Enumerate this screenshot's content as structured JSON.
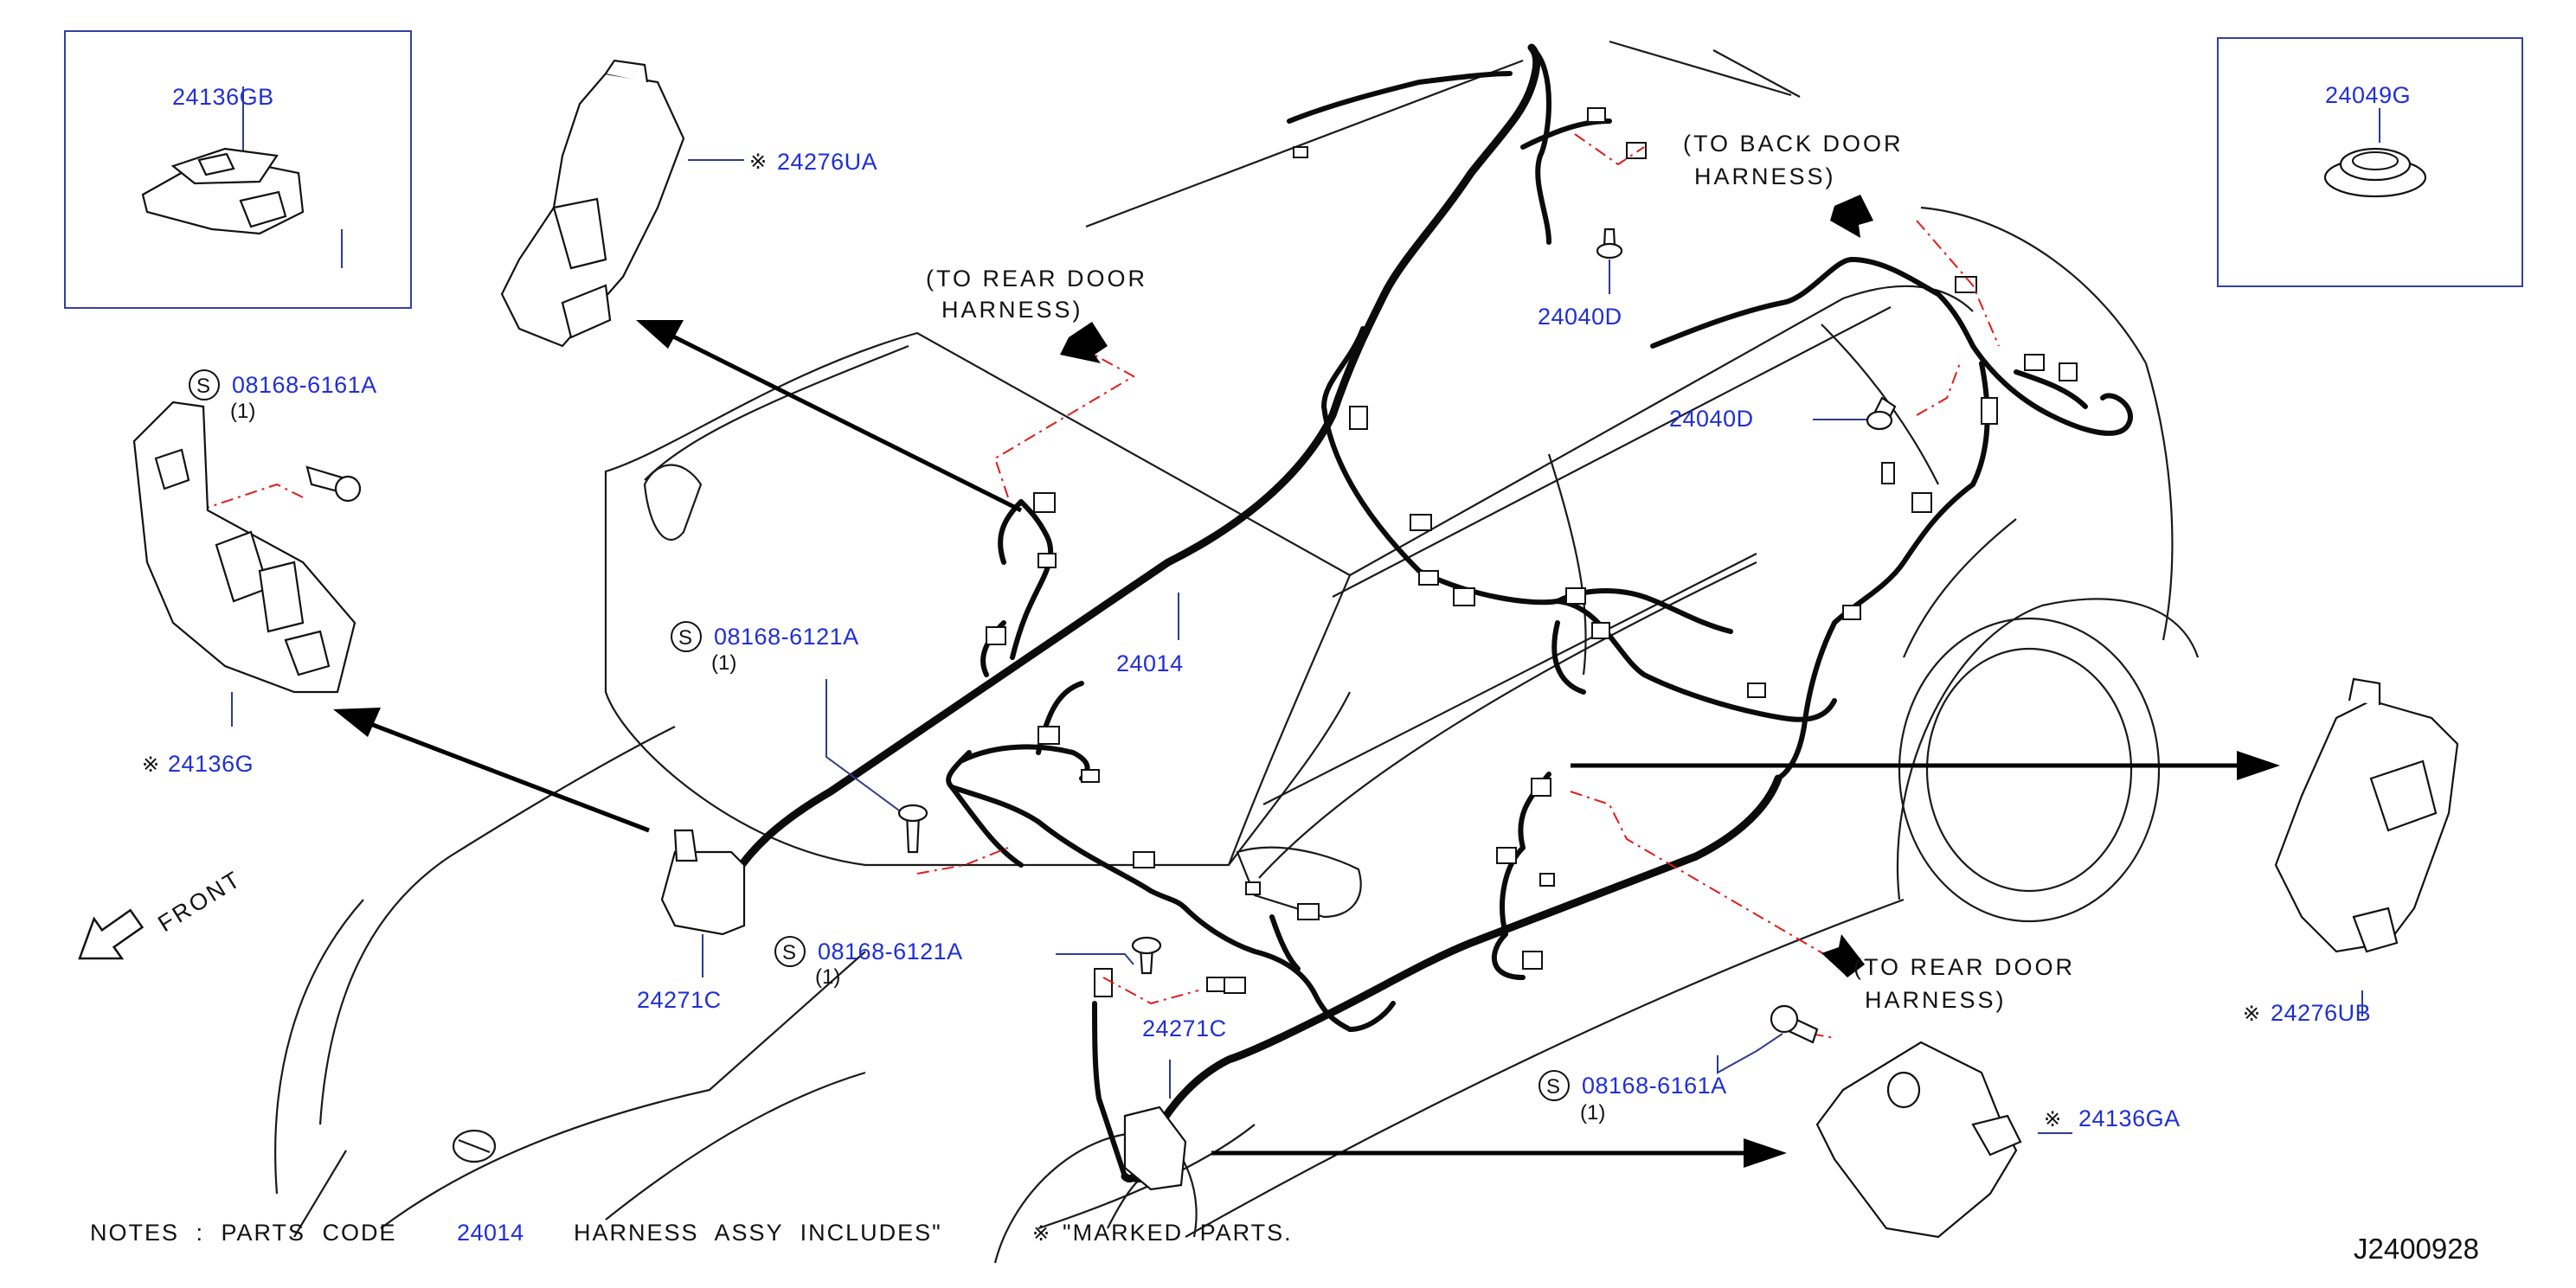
{
  "diagram": {
    "callouts": {
      "inset_left_part": "24136GB",
      "inset_right_part": "24049G",
      "bracket_top": "24276UA",
      "bracket_left": "24136G",
      "bracket_right": "24276UB",
      "bracket_bottom_right": "24136GA",
      "harness": "24014",
      "clip_top": "24040D",
      "clip_rear": "24040D",
      "cover_front": "24271C",
      "cover_lower": "24271C",
      "bolt_a_top": "08168-6161A",
      "bolt_a_top_qty": "(1)",
      "bolt_b_mid": "08168-6121A",
      "bolt_b_mid_qty": "(1)",
      "bolt_b_low": "08168-6121A",
      "bolt_b_low_qty": "(1)",
      "bolt_a_low": "08168-6161A",
      "bolt_a_low_qty": "(1)"
    },
    "std_symbol": "S",
    "mark_symbol": "※",
    "labels": {
      "rear_door_top_1": "(TO REAR DOOR",
      "rear_door_top_2": "HARNESS)",
      "back_door_1": "(TO BACK DOOR",
      "back_door_2": "HARNESS)",
      "rear_door_low_1": "(TO REAR DOOR",
      "rear_door_low_2": "HARNESS)",
      "front": "FRONT"
    },
    "notes": {
      "prefix": "NOTES : PARTS CODE",
      "code": "24014",
      "middle": "HARNESS ASSY INCLUDES\"",
      "mark": "※",
      "suffix": "\"MARKED PARTS."
    },
    "reference": "J2400928"
  }
}
